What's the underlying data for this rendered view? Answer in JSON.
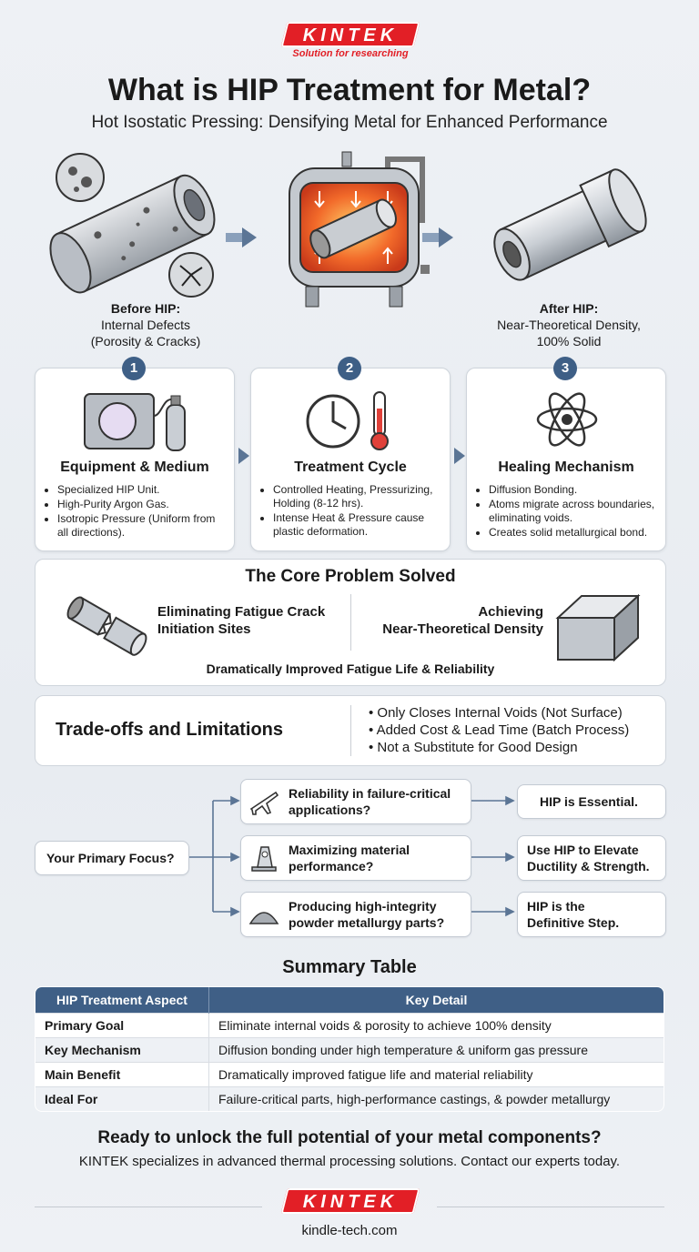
{
  "brand": {
    "logo": "KINTEK",
    "tagline": "Solution for researching"
  },
  "header": {
    "title": "What is HIP Treatment for Metal?",
    "subtitle": "Hot Isostatic Pressing: Densifying Metal for Enhanced Performance"
  },
  "process": {
    "before_title": "Before HIP:",
    "before_line1": "Internal Defects",
    "before_line2": "(Porosity & Cracks)",
    "after_title": "After HIP:",
    "after_line1": "Near-Theoretical Density,",
    "after_line2": "100% Solid"
  },
  "steps": [
    {
      "number": "1",
      "title": "Equipment & Medium",
      "bullets": [
        "Specialized HIP Unit.",
        "High-Purity Argon Gas.",
        "Isotropic Pressure (Uniform from all directions)."
      ]
    },
    {
      "number": "2",
      "title": "Treatment Cycle",
      "bullets": [
        "Controlled Heating, Pressurizing, Holding (8-12 hrs).",
        "Intense Heat & Pressure cause plastic deformation."
      ]
    },
    {
      "number": "3",
      "title": "Healing Mechanism",
      "bullets": [
        "Diffusion Bonding.",
        "Atoms migrate across boundaries, eliminating voids.",
        "Creates solid metallurgical bond."
      ]
    }
  ],
  "core": {
    "title": "The Core Problem Solved",
    "left_line1": "Eliminating Fatigue Crack",
    "left_line2": "Initiation Sites",
    "right_line1": "Achieving",
    "right_line2": "Near-Theoretical Density",
    "footer": "Dramatically Improved Fatigue Life & Reliability"
  },
  "tradeoffs": {
    "title": "Trade-offs and Limitations",
    "items": [
      "Only Closes Internal Voids (Not Surface)",
      "Added Cost & Lead Time (Batch Process)",
      "Not a Substitute for Good Design"
    ]
  },
  "decision": {
    "root": "Your Primary Focus?",
    "branches": [
      {
        "icon": "airplane-icon",
        "question_line1": "Reliability in failure-critical",
        "question_line2": "applications?",
        "answer_line1": "HIP is Essential.",
        "answer_line2": ""
      },
      {
        "icon": "bracket-part-icon",
        "question_line1": "Maximizing material",
        "question_line2": "performance?",
        "answer_line1": "Use HIP to Elevate",
        "answer_line2": "Ductility & Strength."
      },
      {
        "icon": "powder-pile-icon",
        "question_line1": "Producing high-integrity",
        "question_line2": "powder metallurgy parts?",
        "answer_line1": "HIP is the",
        "answer_line2": "Definitive Step."
      }
    ]
  },
  "summary": {
    "title": "Summary Table",
    "headers": [
      "HIP Treatment Aspect",
      "Key Detail"
    ],
    "rows": [
      [
        "Primary Goal",
        "Eliminate internal voids & porosity to achieve 100% density"
      ],
      [
        "Key Mechanism",
        "Diffusion bonding under high temperature & uniform gas pressure"
      ],
      [
        "Main Benefit",
        "Dramatically improved fatigue life and material reliability"
      ],
      [
        "Ideal For",
        "Failure-critical parts, high-performance castings, & powder metallurgy"
      ]
    ]
  },
  "cta": {
    "headline": "Ready to unlock the full potential of your metal components?",
    "body": "KINTEK specializes in advanced thermal processing solutions. Contact our experts today."
  },
  "footer": {
    "logo": "KINTEK",
    "url": "kindle-tech.com"
  },
  "colors": {
    "brand_red": "#e21f26",
    "navy": "#3f5f86",
    "arrow": "#5b7595"
  }
}
